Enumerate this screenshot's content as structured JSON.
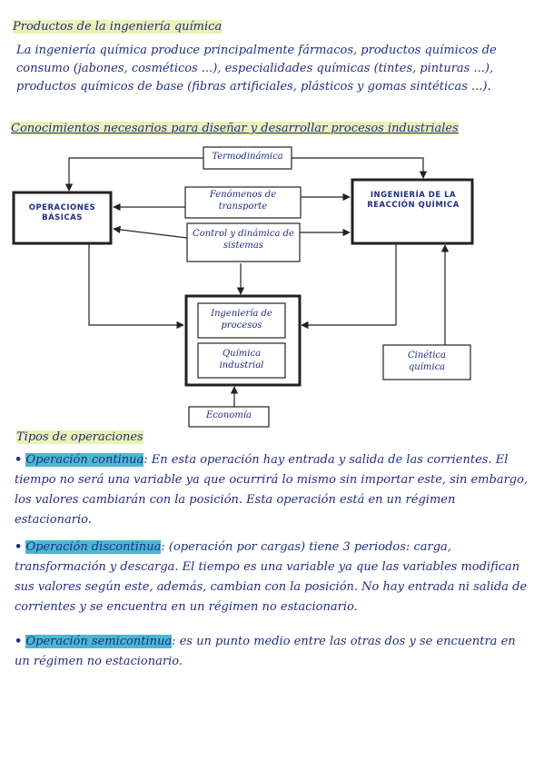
{
  "section1": {
    "title": "Productos de la ingeniería química",
    "body": "La ingeniería química produce principalmente fármacos, productos químicos de consumo (jabones, cosméticos ...), especialidades químicas (tintes, pinturas ...), productos químicos de base (fibras artificiales, plásticos y gomas sintéticas ...)."
  },
  "section2": {
    "title": "Conocimientos necesarios para diseñar y desarrollar procesos industriales",
    "diagram": {
      "termodinamica": "Termodinámica",
      "operaciones_basicas": "OPERACIONES BÁSICAS",
      "fenomenos_transporte": "Fenómenos de transporte",
      "ingenieria_reaccion": "INGENIERÍA DE LA REACCIÓN QUÍMICA",
      "control_dinamica": "Control y dinámica de sistemas",
      "ingenieria_procesos": "Ingeniería de procesos",
      "quimica_industrial": "Química industrial",
      "cinetica_quimica": "Cinética química",
      "economia": "Economía"
    }
  },
  "section3": {
    "title": "Tipos de operaciones",
    "items": [
      {
        "term": "Operación continua",
        "text": ": En esta operación hay entrada y salida de las corrientes. El tiempo no será una variable ya que ocurrirá lo mismo sin importar este, sin embargo, los valores cambiarán con la posición. Esta operación está en un régimen estacionario."
      },
      {
        "term": "Operación discontinua",
        "text": ": (operación por cargas) tiene 3 periodos: carga, transformación y descarga. El tiempo es una variable ya que las variables modifican sus valores según este, además, cambian con la posición. No hay entrada ni salida de corrientes y se encuentra en un régimen no estacionario."
      },
      {
        "term": "Operación semicontinua",
        "text": ": es un punto medio entre las otras dos y se encuentra en un régimen no estacionario."
      }
    ]
  }
}
